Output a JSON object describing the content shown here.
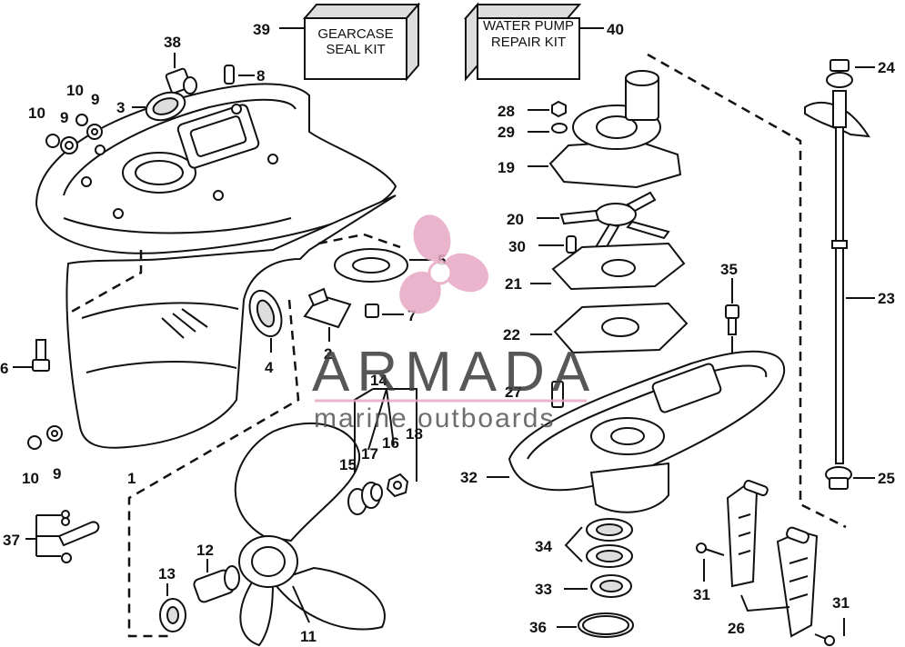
{
  "kits": {
    "gearcase_seal_kit": {
      "number": "39",
      "line1": "GEARCASE",
      "line2": "SEAL KIT"
    },
    "water_pump_repair_kit": {
      "number": "40",
      "line1": "WATER PUMP",
      "line2": "REPAIR KIT"
    }
  },
  "watermark": {
    "brand": "ARMADA",
    "tagline": "marine outboards",
    "logo_color": "#e7a9c4"
  },
  "callouts": {
    "c1": "1",
    "c2": "2",
    "c3": "3",
    "c4": "4",
    "c5": "5",
    "c6": "6",
    "c7": "7",
    "c8": "8",
    "c9a": "9",
    "c9b": "9",
    "c9c": "9",
    "c10a": "10",
    "c10b": "10",
    "c10c": "10",
    "c11": "11",
    "c12": "12",
    "c13": "13",
    "c14": "14",
    "c15": "15",
    "c16": "16",
    "c17": "17",
    "c18": "18",
    "c19": "19",
    "c20": "20",
    "c21": "21",
    "c22": "22",
    "c23": "23",
    "c24": "24",
    "c25": "25",
    "c26": "26",
    "c27": "27",
    "c28": "28",
    "c29": "29",
    "c30": "30",
    "c31a": "31",
    "c31b": "31",
    "c32": "32",
    "c33": "33",
    "c34": "34",
    "c35": "35",
    "c36": "36",
    "c37": "37",
    "c38": "38"
  }
}
